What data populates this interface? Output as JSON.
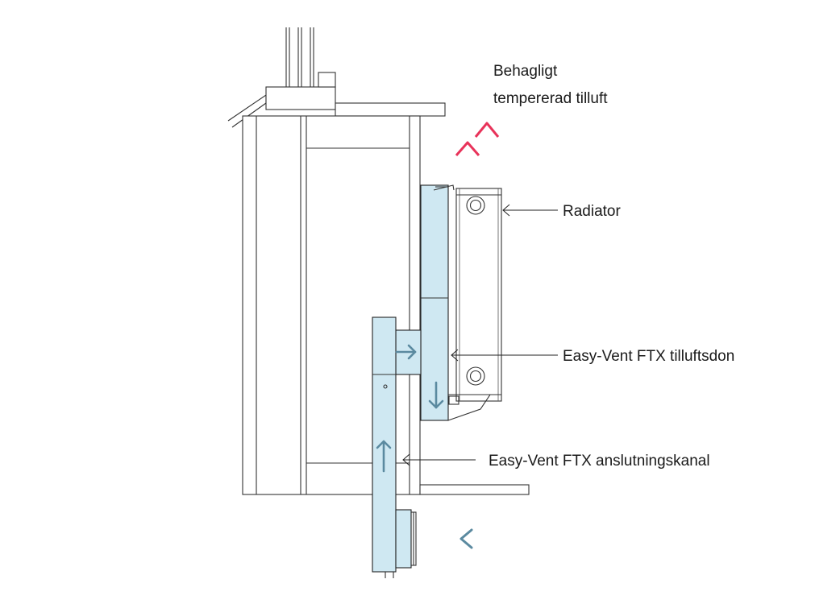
{
  "labels": {
    "warm_air_line1": "Behagligt",
    "warm_air_line2": "tempererad tilluft",
    "radiator": "Radiator",
    "supply_unit": "Easy-Vent FTX tilluftsdon",
    "connection_duct": "Easy-Vent FTX anslutningskanal"
  },
  "icons": {
    "warm_air": "warm-air-arrows-icon",
    "flow": "airflow-arrow-icon"
  },
  "colors": {
    "duct_fill": "#cfe8f2",
    "warm_air": "#e8335a",
    "flow_arrow": "#5b8aa0",
    "line": "#333333"
  }
}
